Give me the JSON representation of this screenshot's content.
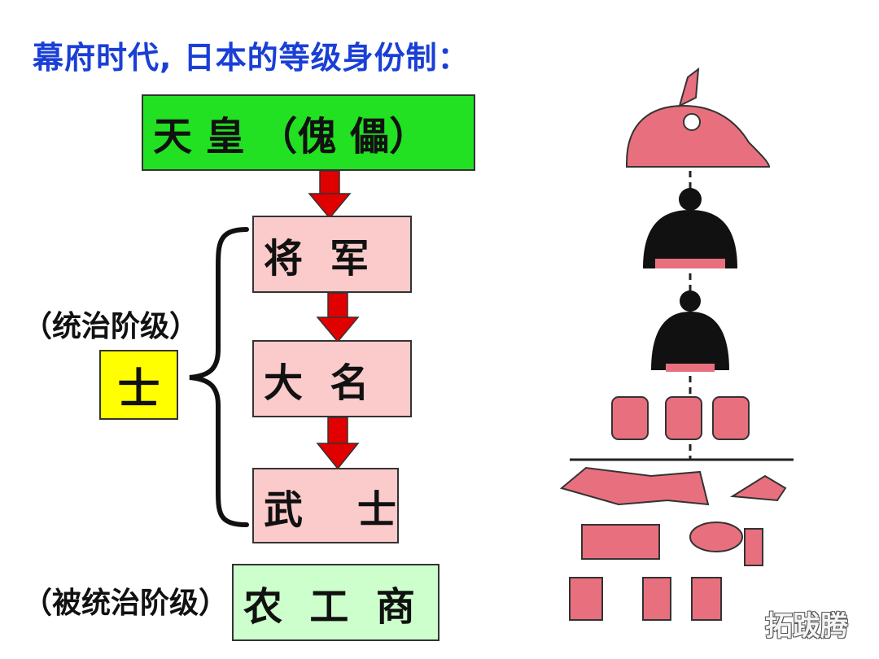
{
  "title": "幕府时代, 日本的等级身份制：",
  "hierarchy": {
    "emperor": "天 皇 （傀 儡）",
    "shogun": "将  军",
    "daimyo": "大  名",
    "samurai": "武    士",
    "commoners": "农  工  商"
  },
  "ruling_class": {
    "label": "（统治阶级）",
    "name": "士"
  },
  "ruled_class": {
    "label": "（被统治阶级）"
  },
  "watermark": "拓跋腾",
  "colors": {
    "title": "#1a3fd6",
    "emperor_box": "#22e022",
    "samurai_boxes": "#fbcaca",
    "shi_box": "#ffff00",
    "commoners_box": "#ccffcc",
    "arrows": "#e00000",
    "figures": "#e8707e"
  }
}
